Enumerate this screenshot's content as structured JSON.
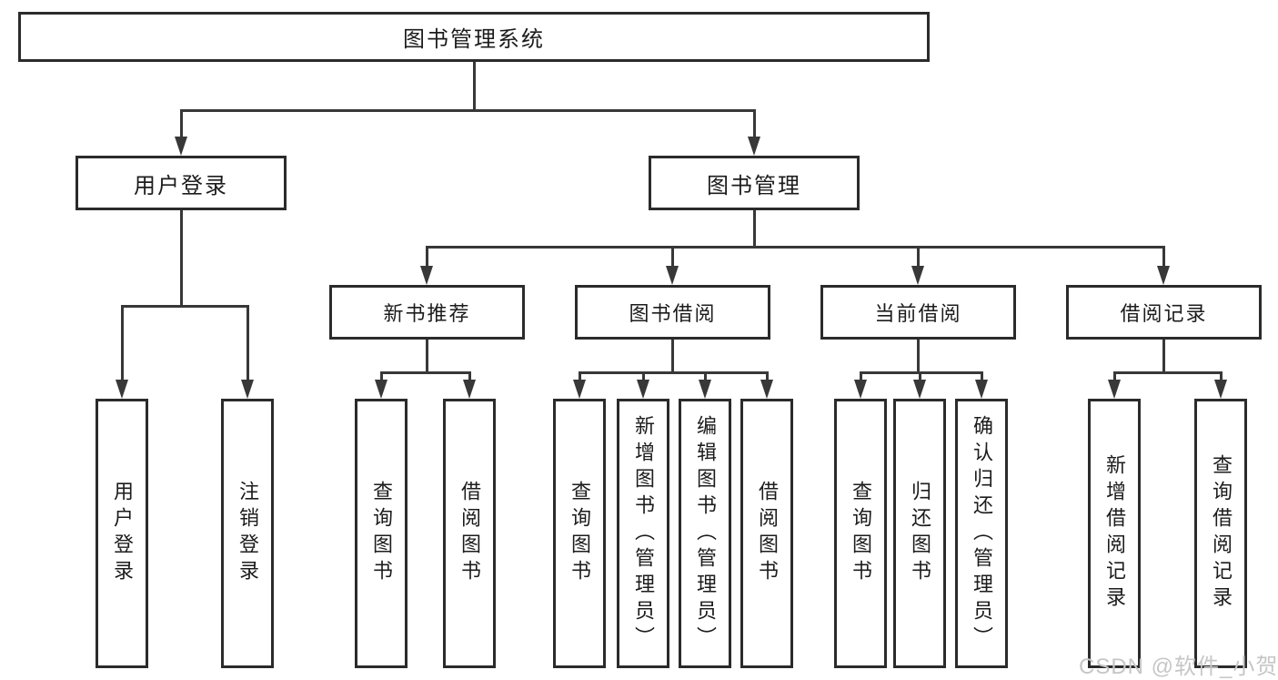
{
  "diagram_type": "hierarchy-tree",
  "watermark": "CSDN @软件_小贺同学",
  "colors": {
    "line": "#383838",
    "box_border": "#2b2b2b",
    "text": "#1c1c1c",
    "background": "#ffffff",
    "watermark": "#c6c6c6"
  },
  "tree": {
    "label": "图书管理系统",
    "children": [
      {
        "label": "用户登录",
        "children": [
          {
            "label": "用户登录"
          },
          {
            "label": "注销登录"
          }
        ]
      },
      {
        "label": "图书管理",
        "children": [
          {
            "label": "新书推荐",
            "children": [
              {
                "label": "查询图书"
              },
              {
                "label": "借阅图书"
              }
            ]
          },
          {
            "label": "图书借阅",
            "children": [
              {
                "label": "查询图书"
              },
              {
                "label": "新增图书（管理员）"
              },
              {
                "label": "编辑图书（管理员）"
              },
              {
                "label": "借阅图书"
              }
            ]
          },
          {
            "label": "当前借阅",
            "children": [
              {
                "label": "查询图书"
              },
              {
                "label": "归还图书"
              },
              {
                "label": "确认归还（管理员）"
              }
            ]
          },
          {
            "label": "借阅记录",
            "children": [
              {
                "label": "新增借阅记录"
              },
              {
                "label": "查询借阅记录"
              }
            ]
          }
        ]
      }
    ]
  }
}
